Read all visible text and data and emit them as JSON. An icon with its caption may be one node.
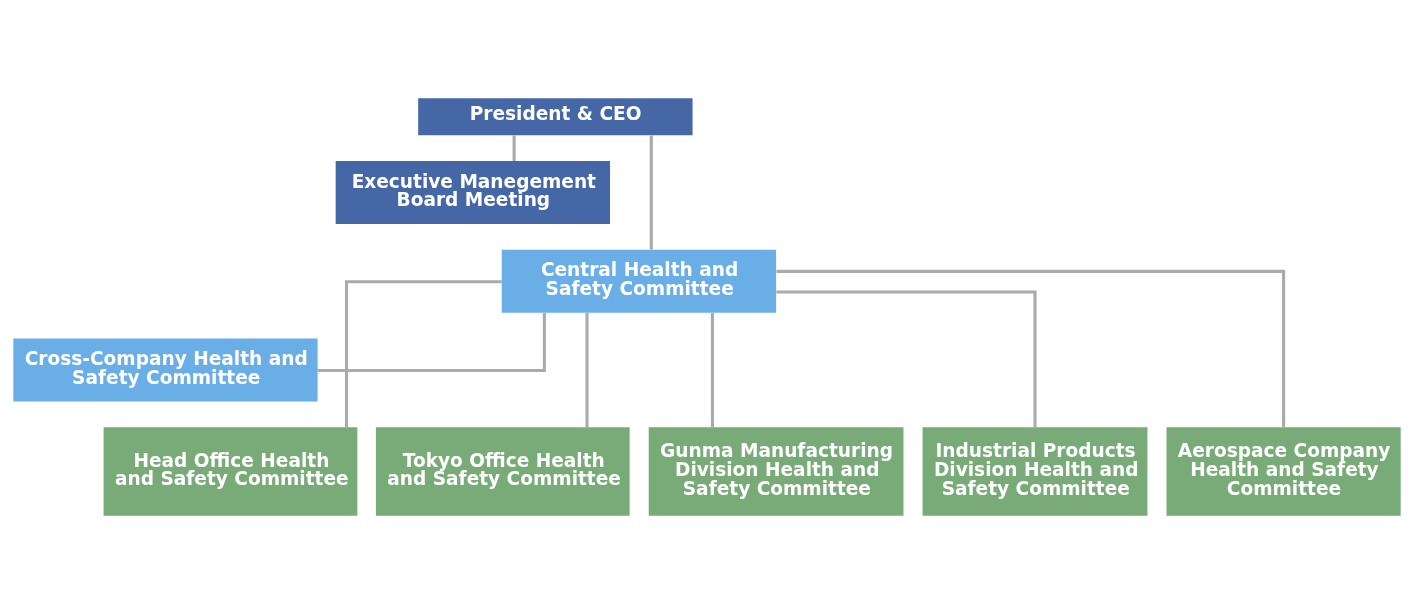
{
  "diagram": {
    "nodes": [
      {
        "text": [
          "President & CEO"
        ]
      },
      {
        "text": [
          "Executive Manegement Board Meeting"
        ]
      },
      {
        "text": [
          "Central Health and Safety Committee"
        ]
      },
      {
        "text": [
          "Cross-Company Health and Safety Committee"
        ]
      },
      {
        "text": [
          "Head Office Health and Safety Committee"
        ]
      },
      {
        "text": [
          "Tokyo Office Health and Safety Committee"
        ]
      },
      {
        "text": [
          "Gunma Manufacturing Division Health and Safety Committee"
        ]
      },
      {
        "text": [
          "Industrial Products Division Health and Safety Committee"
        ]
      },
      {
        "text": [
          "Aerospace Company Health and Safety Committee"
        ]
      }
    ],
    "edges": [
      {
        "from": 0,
        "to": 1,
        "arrow": "none"
      },
      {
        "from": 0,
        "to": 2,
        "arrow": "none"
      },
      {
        "from": 2,
        "to": 3,
        "arrow": "none"
      },
      {
        "from": 2,
        "to": 4,
        "arrow": "none"
      },
      {
        "from": 2,
        "to": 5,
        "arrow": "none"
      },
      {
        "from": 2,
        "to": 6,
        "arrow": "none"
      },
      {
        "from": 2,
        "to": 7,
        "arrow": "none"
      },
      {
        "from": 2,
        "to": 8,
        "arrow": "none"
      }
    ]
  }
}
